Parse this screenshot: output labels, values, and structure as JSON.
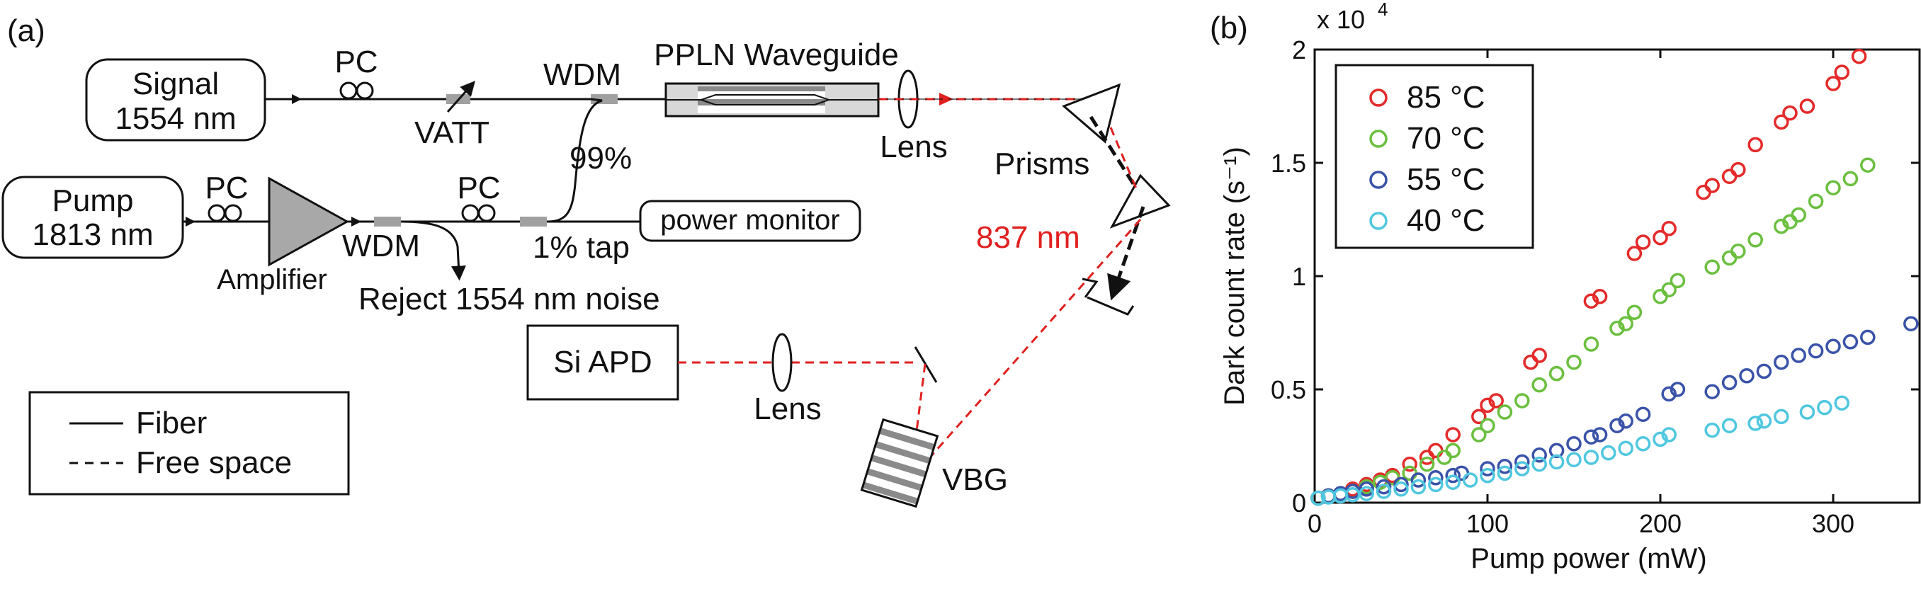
{
  "panel_a": {
    "panel_label": "(a)",
    "signal_box": [
      "Signal",
      "1554 nm"
    ],
    "pump_box": [
      "Pump",
      "1813 nm"
    ],
    "pc_label": "PC",
    "vatt_label": "VATT",
    "wdm_label": "WDM",
    "ppln_label": "PPLN Waveguide",
    "amplifier_label": "Amplifier",
    "reject_label": "Reject 1554 nm noise",
    "pct99_label": "99%",
    "tap_label": "1% tap",
    "power_monitor_label": "power monitor",
    "lens_label": "Lens",
    "prisms_label": "Prisms",
    "wavelength_label": "837 nm",
    "si_apd_label": "Si APD",
    "vbg_label": "VBG",
    "legend": {
      "fiber": "Fiber",
      "free_space": "Free space"
    },
    "colors": {
      "fiber": "#111111",
      "free_space": "#e02020",
      "component": "#a0a0a0"
    }
  },
  "panel_b": {
    "panel_label": "(b)",
    "chart_data": {
      "type": "scatter",
      "xlabel": "Pump power (mW)",
      "ylabel": "Dark count rate (s⁻¹)",
      "exponent_label": "x 10",
      "exponent_power": "4",
      "xlim": [
        0,
        350
      ],
      "ylim": [
        0,
        20000
      ],
      "x_ticks": [
        0,
        100,
        200,
        300
      ],
      "y_ticks": [
        0,
        5000,
        10000,
        15000,
        20000
      ],
      "y_tick_labels": [
        "0",
        "0.5",
        "1",
        "1.5",
        "2"
      ],
      "legend_position": "top-left",
      "series": [
        {
          "name": "85 °C",
          "color": "#e42a2a",
          "x": [
            2,
            8,
            15,
            22,
            30,
            38,
            45,
            55,
            65,
            70,
            80,
            95,
            100,
            105,
            125,
            130,
            160,
            165,
            185,
            190,
            200,
            205,
            225,
            230,
            240,
            245,
            255,
            270,
            275,
            285,
            300,
            305,
            315
          ],
          "y": [
            200,
            300,
            400,
            600,
            800,
            1000,
            1200,
            1700,
            2000,
            2300,
            3000,
            3800,
            4300,
            4500,
            6200,
            6500,
            8900,
            9100,
            11000,
            11500,
            11700,
            12100,
            13700,
            14000,
            14400,
            14700,
            15800,
            16800,
            17200,
            17500,
            18500,
            19000,
            19700
          ]
        },
        {
          "name": "70 °C",
          "color": "#6bbf3f",
          "x": [
            2,
            8,
            15,
            22,
            30,
            38,
            45,
            55,
            65,
            75,
            80,
            95,
            100,
            110,
            120,
            130,
            140,
            150,
            160,
            175,
            180,
            185,
            200,
            205,
            210,
            230,
            240,
            245,
            255,
            270,
            275,
            280,
            290,
            300,
            310,
            320
          ],
          "y": [
            200,
            300,
            400,
            500,
            700,
            900,
            1100,
            1300,
            1700,
            2000,
            2300,
            3000,
            3400,
            4000,
            4500,
            5200,
            5700,
            6200,
            7000,
            7700,
            7900,
            8400,
            9100,
            9400,
            9800,
            10400,
            10800,
            11100,
            11600,
            12200,
            12400,
            12700,
            13300,
            13900,
            14300,
            14900
          ]
        },
        {
          "name": "55 °C",
          "color": "#3a52a8",
          "x": [
            2,
            8,
            15,
            22,
            30,
            40,
            50,
            60,
            70,
            80,
            85,
            100,
            110,
            120,
            130,
            140,
            150,
            160,
            165,
            175,
            180,
            190,
            205,
            210,
            230,
            240,
            250,
            260,
            270,
            280,
            290,
            300,
            310,
            320,
            345
          ],
          "y": [
            200,
            300,
            400,
            500,
            600,
            700,
            800,
            1000,
            1100,
            1200,
            1300,
            1500,
            1600,
            1800,
            2100,
            2300,
            2600,
            2900,
            3000,
            3400,
            3600,
            3900,
            4800,
            5000,
            4900,
            5300,
            5600,
            5800,
            6200,
            6500,
            6700,
            6900,
            7100,
            7300,
            7900
          ]
        },
        {
          "name": "40 °C",
          "color": "#4fc7df",
          "x": [
            2,
            8,
            15,
            22,
            30,
            40,
            50,
            60,
            70,
            80,
            90,
            100,
            110,
            120,
            130,
            140,
            150,
            160,
            170,
            180,
            190,
            200,
            205,
            230,
            240,
            255,
            260,
            270,
            285,
            295,
            305
          ],
          "y": [
            200,
            250,
            300,
            350,
            400,
            500,
            600,
            700,
            800,
            900,
            1000,
            1200,
            1300,
            1500,
            1700,
            1800,
            1900,
            2000,
            2200,
            2400,
            2600,
            2800,
            3000,
            3200,
            3400,
            3500,
            3600,
            3800,
            4000,
            4200,
            4400
          ]
        }
      ]
    }
  }
}
